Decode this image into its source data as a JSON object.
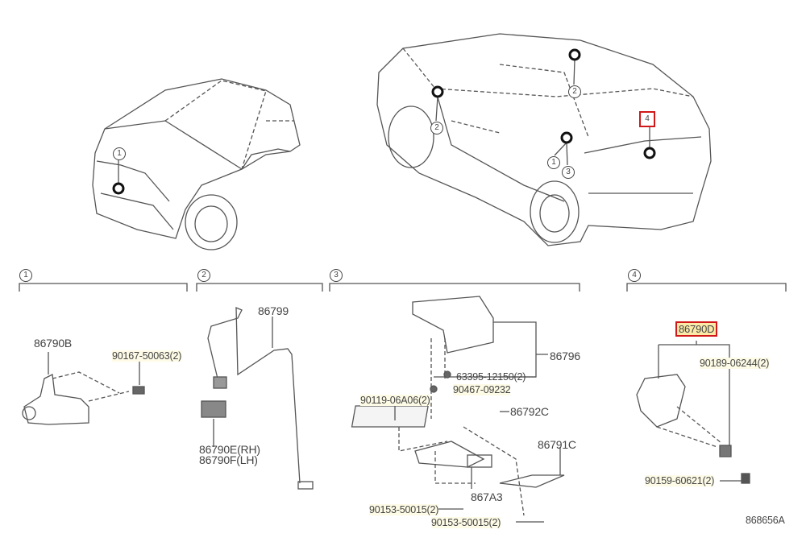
{
  "diagram_id": "868656A",
  "callouts": {
    "front_car": [
      "1"
    ],
    "rear_car": [
      "2",
      "2",
      "1",
      "3",
      "4"
    ]
  },
  "sections": [
    {
      "number": "1",
      "parts": [
        "86790B",
        "90167-50063(2)"
      ]
    },
    {
      "number": "2",
      "parts": [
        "86799",
        "86790E(RH)",
        "86790F(LH)"
      ]
    },
    {
      "number": "3",
      "parts": [
        "86796",
        "63395-12150(2)",
        "90467-09232",
        "90119-06A06(2)",
        "86792C",
        "86791C",
        "867A3",
        "90153-50015(2)",
        "90153-50015(2)"
      ]
    },
    {
      "number": "4",
      "parts": [
        "86790D",
        "90189-06244(2)",
        "90159-60621(2)"
      ]
    }
  ],
  "highlighted_part": "86790D",
  "colors": {
    "highlight_border": "#d01818",
    "highlight_fill": "#fbe9a8",
    "line": "#444444"
  }
}
